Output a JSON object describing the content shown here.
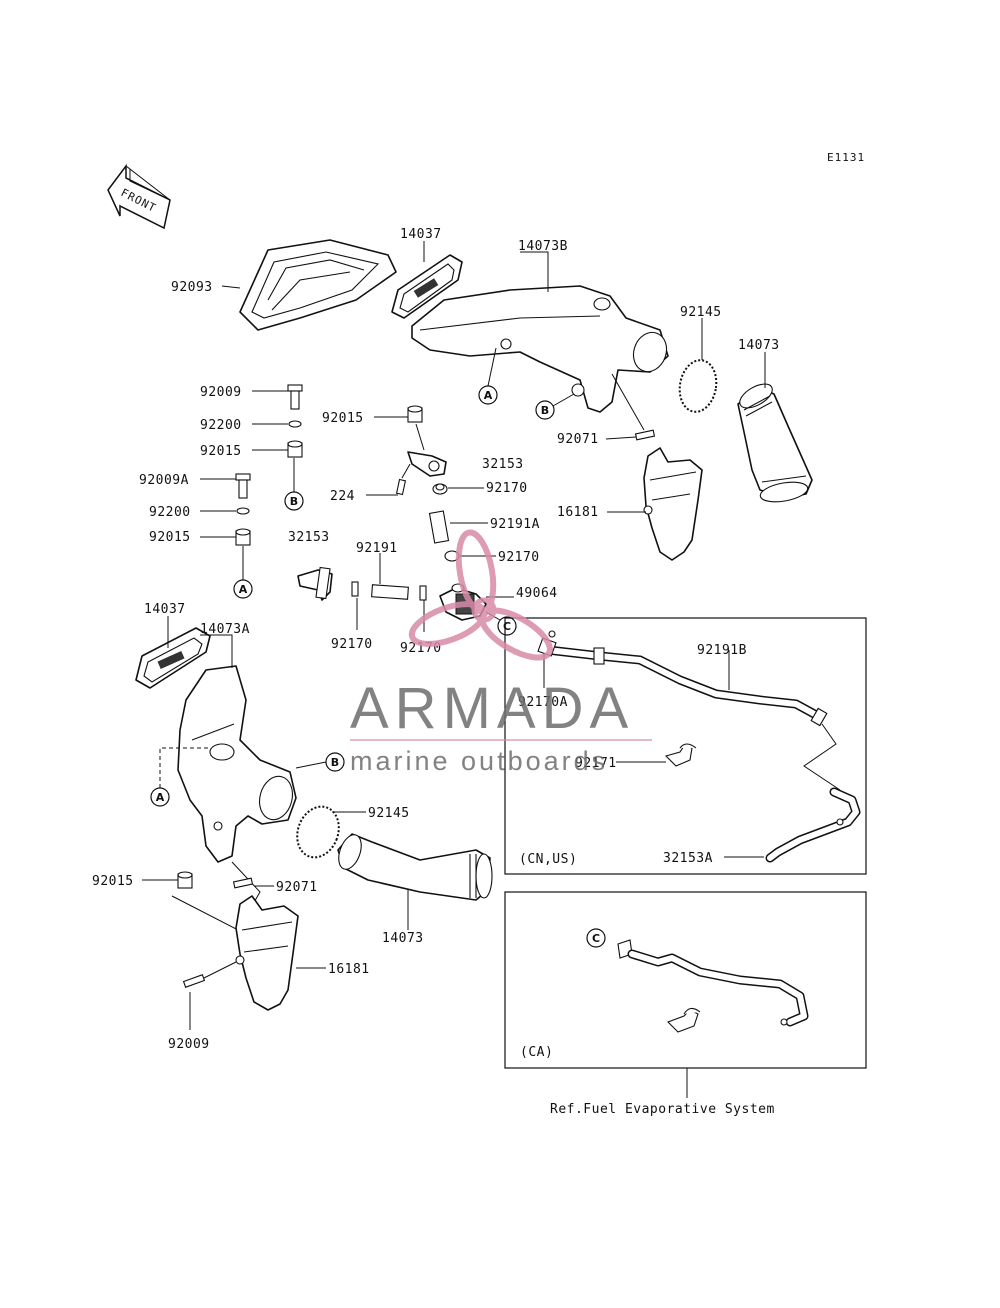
{
  "diagram_code": "E1131",
  "front_label": "FRONT",
  "labels": {
    "p92093": "92093",
    "p14037_top": "14037",
    "p14073B": "14073B",
    "p92145_top": "92145",
    "p14073_top": "14073",
    "p92009_a": "92009",
    "p92200_a": "92200",
    "p92015_a": "92015",
    "p92009A": "92009A",
    "p92200_b": "92200",
    "p92015_b": "92015",
    "p92015_c": "92015",
    "p32153_a": "32153",
    "p224": "224",
    "p92170_a": "92170",
    "p92071_top": "92071",
    "p16181_top": "16181",
    "p92191A": "92191A",
    "p32153_b": "32153",
    "p92191": "92191",
    "p92170_b": "92170",
    "p49064": "49064",
    "p92170_c": "92170",
    "p92170_d": "92170",
    "p14037_bot": "14037",
    "p14073A": "14073A",
    "p92170A": "92170A",
    "p92191B": "92191B",
    "p92171": "92171",
    "p32153A": "32153A",
    "p92145_bot": "92145",
    "p92015_d": "92015",
    "p92071_bot": "92071",
    "p14073_bot": "14073",
    "p16181_bot": "16181",
    "p92009_b": "92009"
  },
  "ref_markers": {
    "A": "A",
    "B": "B",
    "C": "C"
  },
  "inset_boxes": {
    "cn_us": "(CN,US)",
    "ca": "(CA)"
  },
  "reference_note": "Ref.Fuel Evaporative System",
  "watermark": {
    "brand": "ARMADA",
    "tagline": "marine outboards",
    "accent_color": "#d98aa8"
  }
}
